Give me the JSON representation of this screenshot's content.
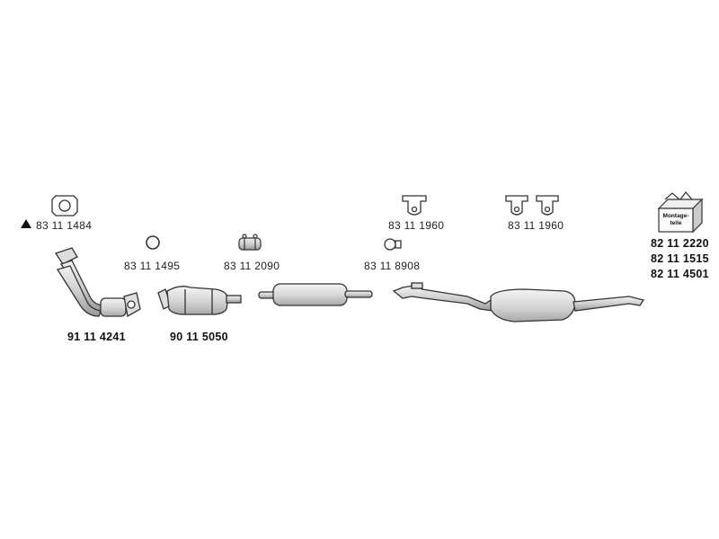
{
  "parts": {
    "flange_gasket": "83 11 1484",
    "ring_gasket": "83 11 1495",
    "clamp_sleeve": "83 11 2090",
    "hanger_front": "83 11 1960",
    "hanger_rear": "83 11 1960",
    "pipe_clamp": "83 11 8908",
    "front_pipe": "91 11 4241",
    "catalytic_converter": "90 11 5050",
    "mounting_kit_box": "Montage-\nteile",
    "mounting_kit": [
      "82 11 2220",
      "82 11 1515",
      "82 11 4501"
    ]
  },
  "colors": {
    "line": "#333333",
    "fill": "#e6e6e6",
    "shade": "#bdbdbd"
  }
}
